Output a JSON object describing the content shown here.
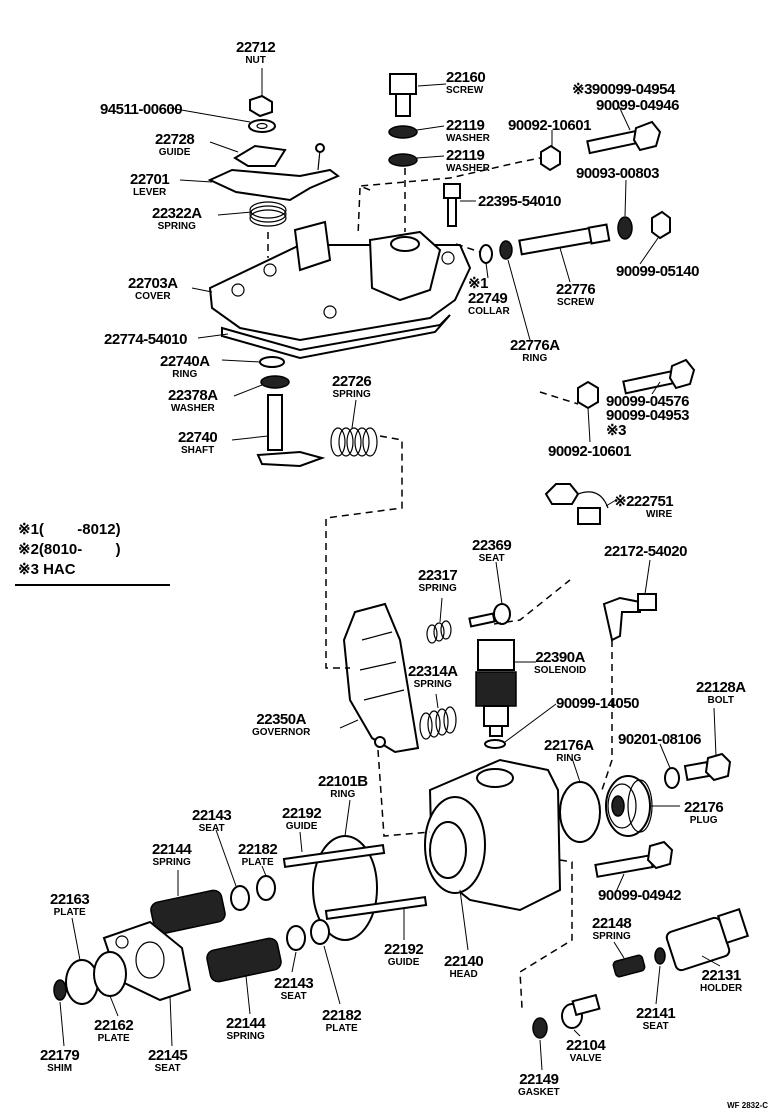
{
  "parts": [
    {
      "id": "p22712",
      "number": "22712",
      "name": "NUT"
    },
    {
      "id": "p94511",
      "number": "94511-00600",
      "name": ""
    },
    {
      "id": "p22728",
      "number": "22728",
      "name": "GUIDE"
    },
    {
      "id": "p22701",
      "number": "22701",
      "name": "LEVER"
    },
    {
      "id": "p22322A",
      "number": "22322A",
      "name": "SPRING"
    },
    {
      "id": "p22703A",
      "number": "22703A",
      "name": "COVER"
    },
    {
      "id": "p22774",
      "number": "22774-54010",
      "name": ""
    },
    {
      "id": "p22740A",
      "number": "22740A",
      "name": "RING"
    },
    {
      "id": "p22378A",
      "number": "22378A",
      "name": "WASHER"
    },
    {
      "id": "p22740",
      "number": "22740",
      "name": "SHAFT"
    },
    {
      "id": "p22726",
      "number": "22726",
      "name": "SPRING"
    },
    {
      "id": "p22160",
      "number": "22160",
      "name": "SCREW"
    },
    {
      "id": "p22119a",
      "number": "22119",
      "name": "WASHER"
    },
    {
      "id": "p22119b",
      "number": "22119",
      "name": "WASHER"
    },
    {
      "id": "p90092a",
      "number": "90092-10601",
      "name": ""
    },
    {
      "id": "p90099_04954",
      "number": "※390099-04954",
      "name": ""
    },
    {
      "id": "p90099_04946",
      "number": "90099-04946",
      "name": ""
    },
    {
      "id": "p90093",
      "number": "90093-00803",
      "name": ""
    },
    {
      "id": "p22395",
      "number": "22395-54010",
      "name": ""
    },
    {
      "id": "p22776",
      "number": "22776",
      "name": "SCREW"
    },
    {
      "id": "p90099_05140",
      "number": "90099-05140",
      "name": ""
    },
    {
      "id": "p22749",
      "number": "※1\n22749",
      "name": "COLLAR"
    },
    {
      "id": "p22776A",
      "number": "22776A",
      "name": "RING"
    },
    {
      "id": "p90099_04576",
      "number": "90099-04576",
      "name": ""
    },
    {
      "id": "p90099_04953",
      "number": "90099-04953",
      "name": "※3"
    },
    {
      "id": "p90092b",
      "number": "90092-10601",
      "name": ""
    },
    {
      "id": "p22751",
      "number": "※222751",
      "name": "WIRE"
    },
    {
      "id": "p22172",
      "number": "22172-54020",
      "name": ""
    },
    {
      "id": "p22369",
      "number": "22369",
      "name": "SEAT"
    },
    {
      "id": "p22317",
      "number": "22317",
      "name": "SPRING"
    },
    {
      "id": "p22390A",
      "number": "22390A",
      "name": "SOLENOID"
    },
    {
      "id": "p22314A",
      "number": "22314A",
      "name": "SPRING"
    },
    {
      "id": "p22350A",
      "number": "22350A",
      "name": "GOVERNOR"
    },
    {
      "id": "p90099_14050",
      "number": "90099-14050",
      "name": ""
    },
    {
      "id": "p22128A",
      "number": "22128A",
      "name": "BOLT"
    },
    {
      "id": "p90201",
      "number": "90201-08106",
      "name": ""
    },
    {
      "id": "p22176A",
      "number": "22176A",
      "name": "RING"
    },
    {
      "id": "p22101B",
      "number": "22101B",
      "name": "RING"
    },
    {
      "id": "p22176",
      "number": "22176",
      "name": "PLUG"
    },
    {
      "id": "p22143a",
      "number": "22143",
      "name": "SEAT"
    },
    {
      "id": "p22192a",
      "number": "22192",
      "name": "GUIDE"
    },
    {
      "id": "p22182a",
      "number": "22182",
      "name": "PLATE"
    },
    {
      "id": "p22144a",
      "number": "22144",
      "name": "SPRING"
    },
    {
      "id": "p22163",
      "number": "22163",
      "name": "PLATE"
    },
    {
      "id": "p90099_04942",
      "number": "90099-04942",
      "name": ""
    },
    {
      "id": "p22148",
      "number": "22148",
      "name": "SPRING"
    },
    {
      "id": "p22192b",
      "number": "22192",
      "name": "GUIDE"
    },
    {
      "id": "p22140",
      "number": "22140",
      "name": "HEAD"
    },
    {
      "id": "p22131",
      "number": "22131",
      "name": "HOLDER"
    },
    {
      "id": "p22141",
      "number": "22141",
      "name": "SEAT"
    },
    {
      "id": "p22143b",
      "number": "22143",
      "name": "SEAT"
    },
    {
      "id": "p22182b",
      "number": "22182",
      "name": "PLATE"
    },
    {
      "id": "p22144b",
      "number": "22144",
      "name": "SPRING"
    },
    {
      "id": "p22162",
      "number": "22162",
      "name": "PLATE"
    },
    {
      "id": "p22179",
      "number": "22179",
      "name": "SHIM"
    },
    {
      "id": "p22145",
      "number": "22145",
      "name": "SEAT"
    },
    {
      "id": "p22104",
      "number": "22104",
      "name": "VALVE"
    },
    {
      "id": "p22149",
      "number": "22149",
      "name": "GASKET"
    }
  ],
  "legend": {
    "line1": "※1(        -8012)",
    "line2": "※2(8010-        )",
    "line3": "※3 HAC"
  },
  "reference": "WF  2832-C"
}
